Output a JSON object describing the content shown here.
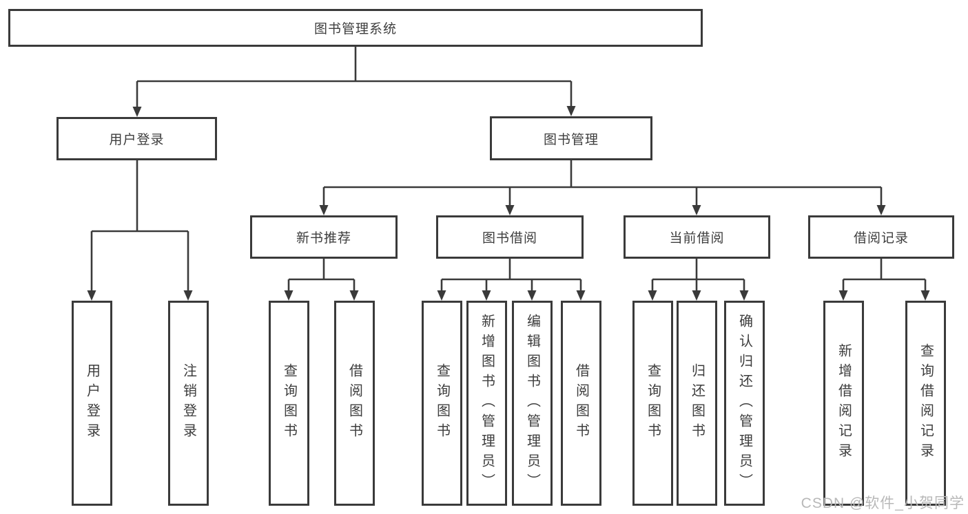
{
  "diagram": {
    "root": {
      "label": "图书管理系统"
    },
    "branches": {
      "user": {
        "label": "用户登录",
        "children": [
          "用户登录",
          "注销登录"
        ]
      },
      "books": {
        "label": "图书管理",
        "sections": [
          {
            "label": "新书推荐",
            "children": [
              "查询图书",
              "借阅图书"
            ]
          },
          {
            "label": "图书借阅",
            "children": [
              "查询图书",
              "新增图书（管理员）",
              "编辑图书（管理员）",
              "借阅图书"
            ]
          },
          {
            "label": "当前借阅",
            "children": [
              "查询图书",
              "归还图书",
              "确认归还（管理员）"
            ]
          },
          {
            "label": "借阅记录",
            "children": [
              "新增借阅记录",
              "查询借阅记录"
            ]
          }
        ]
      }
    }
  },
  "watermark": "CSDN @软件_小贺同学",
  "colors": {
    "line": "#3a3a3a",
    "text": "#3d3d3d",
    "background": "#ffffff",
    "watermark": "#b8b8b8"
  }
}
